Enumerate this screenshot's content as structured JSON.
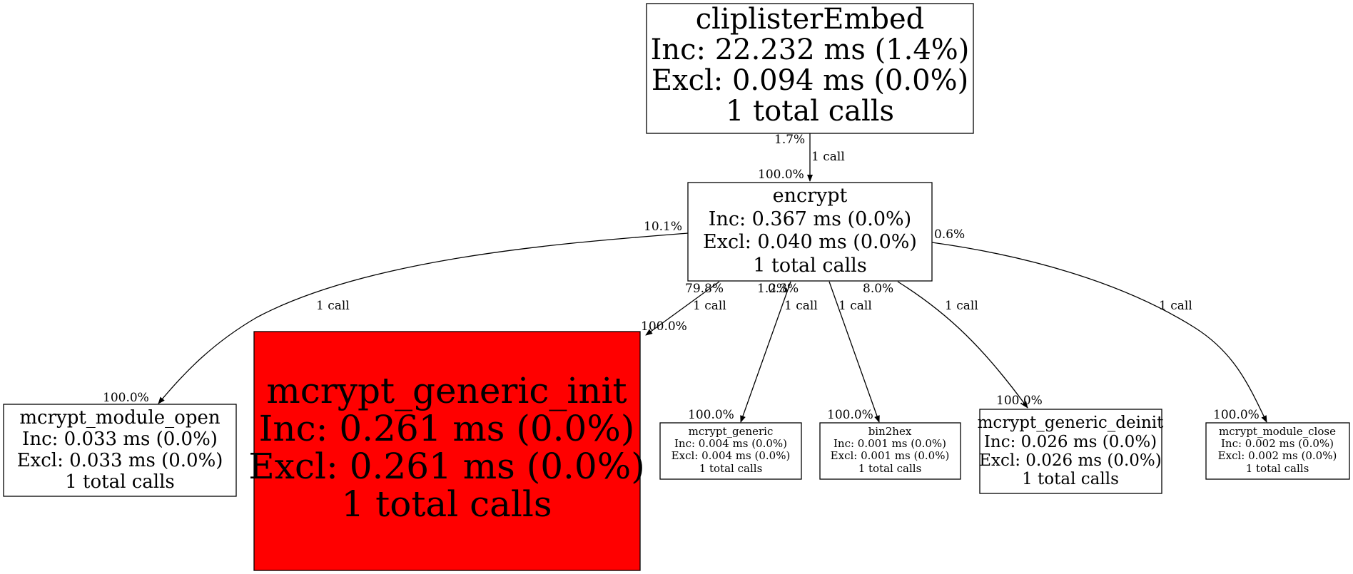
{
  "nodes": {
    "cliplisterEmbed": {
      "title": "cliplisterEmbed",
      "inc": "Inc: 22.232 ms (1.4%)",
      "excl": "Excl: 0.094 ms (0.0%)",
      "calls": "1 total calls",
      "fill": "#ffffff"
    },
    "encrypt": {
      "title": "encrypt",
      "inc": "Inc: 0.367 ms (0.0%)",
      "excl": "Excl: 0.040 ms (0.0%)",
      "calls": "1 total calls",
      "fill": "#ffffff"
    },
    "mcrypt_module_open": {
      "title": "mcrypt_module_open",
      "inc": "Inc: 0.033 ms (0.0%)",
      "excl": "Excl: 0.033 ms (0.0%)",
      "calls": "1 total calls",
      "fill": "#ffffff"
    },
    "mcrypt_generic_init": {
      "title": "mcrypt_generic_init",
      "inc": "Inc: 0.261 ms (0.0%)",
      "excl": "Excl: 0.261 ms (0.0%)",
      "calls": "1 total calls",
      "fill": "#ff0000"
    },
    "mcrypt_generic": {
      "title": "mcrypt_generic",
      "inc": "Inc: 0.004 ms (0.0%)",
      "excl": "Excl: 0.004 ms (0.0%)",
      "calls": "1 total calls",
      "fill": "#ffffff"
    },
    "bin2hex": {
      "title": "bin2hex",
      "inc": "Inc: 0.001 ms (0.0%)",
      "excl": "Excl: 0.001 ms (0.0%)",
      "calls": "1 total calls",
      "fill": "#ffffff"
    },
    "mcrypt_generic_deinit": {
      "title": "mcrypt_generic_deinit",
      "inc": "Inc: 0.026 ms (0.0%)",
      "excl": "Excl: 0.026 ms (0.0%)",
      "calls": "1 total calls",
      "fill": "#ffffff"
    },
    "mcrypt_module_close": {
      "title": "mcrypt_module_close",
      "inc": "Inc: 0.002 ms (0.0%)",
      "excl": "Excl: 0.002 ms (0.0%)",
      "calls": "1 total calls",
      "fill": "#ffffff"
    }
  },
  "edges": {
    "cliplisterEmbed_encrypt": {
      "tail": "1.7%",
      "calls": "1 call",
      "head": "100.0%"
    },
    "encrypt_module_open": {
      "tail": "10.1%",
      "calls": "1 call",
      "head": "100.0%"
    },
    "encrypt_generic_init": {
      "tail": "79.8%",
      "calls": "1 call",
      "head": "100.0%"
    },
    "encrypt_generic": {
      "tail": "1.2%",
      "calls": "1 call",
      "head": "100.0%"
    },
    "encrypt_bin2hex": {
      "tail": "0.3%",
      "calls": "1 call",
      "head": "100.0%"
    },
    "encrypt_generic_deinit": {
      "tail": "8.0%",
      "calls": "1 call",
      "head": "100.0%"
    },
    "encrypt_module_close": {
      "tail": "0.6%",
      "calls": "1 call",
      "head": "100.0%"
    }
  }
}
